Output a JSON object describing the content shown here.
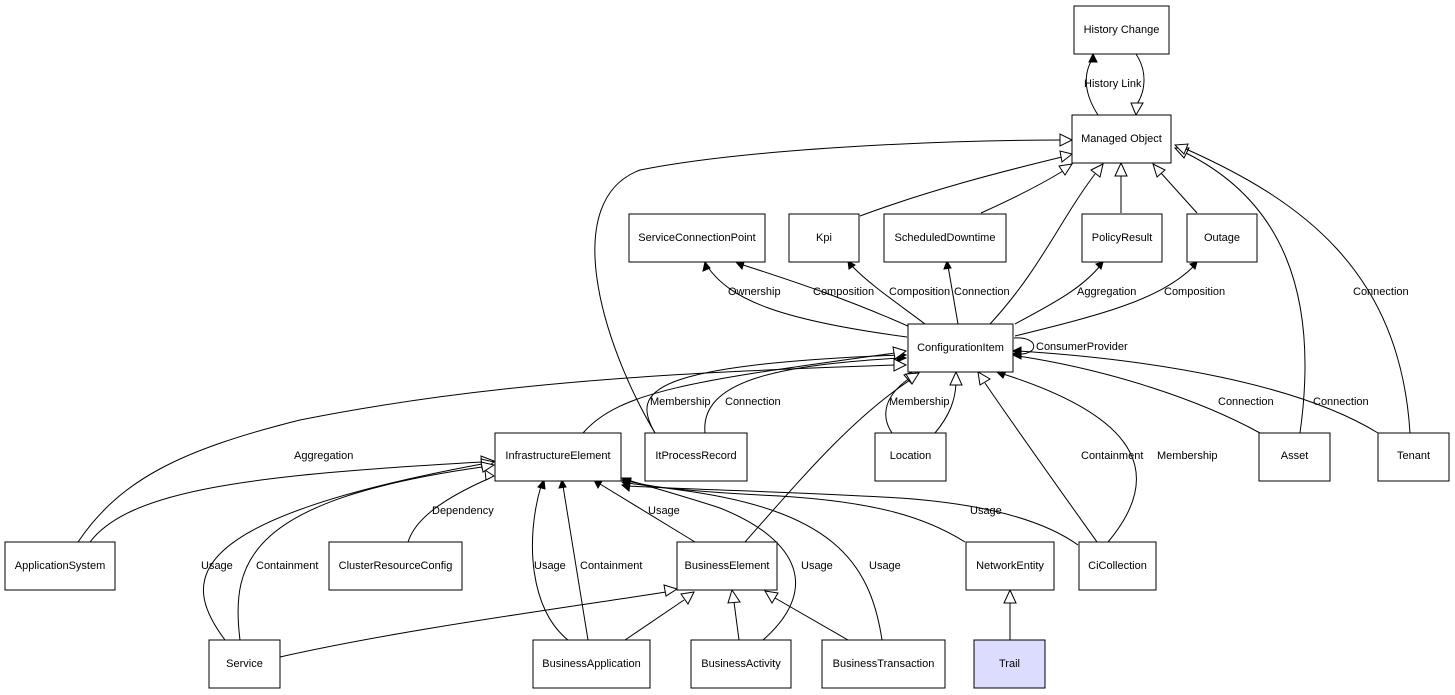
{
  "nodes": {
    "history_change": "History Change",
    "managed_object": "Managed Object",
    "service_connection_point": "ServiceConnectionPoint",
    "kpi": "Kpi",
    "scheduled_downtime": "ScheduledDowntime",
    "policy_result": "PolicyResult",
    "outage": "Outage",
    "configuration_item": "ConfigurationItem",
    "infrastructure_element": "InfrastructureElement",
    "it_process_record": "ItProcessRecord",
    "location": "Location",
    "asset": "Asset",
    "tenant": "Tenant",
    "application_system": "ApplicationSystem",
    "cluster_resource_config": "ClusterResourceConfig",
    "business_element": "BusinessElement",
    "network_entity": "NetworkEntity",
    "ci_collection": "CiCollection",
    "service": "Service",
    "business_application": "BusinessApplication",
    "business_activity": "BusinessActivity",
    "business_transaction": "BusinessTransaction",
    "trail": "Trail"
  },
  "edge_labels": {
    "history_link": "History Link",
    "ownership": "Ownership",
    "composition_kpi": "Composition",
    "composition_sd": "Composition",
    "connection_sd": "Connection",
    "aggregation_pr": "Aggregation",
    "composition_outage": "Composition",
    "consumer_provider": "ConsumerProvider",
    "membership_itpr": "Membership",
    "connection_itpr": "Connection",
    "membership_loc": "Membership",
    "connection_asset": "Connection",
    "connection_tenant_ci": "Connection",
    "connection_tenant_mo": "Connection",
    "aggregation_app": "Aggregation",
    "containment_cicol": "Containment",
    "membership_cicol": "Membership",
    "dependency": "Dependency",
    "usage_be": "Usage",
    "usage_cicol": "Usage",
    "usage_service": "Usage",
    "containment_service": "Containment",
    "usage_bapp": "Usage",
    "containment_bapp": "Containment",
    "usage_bact": "Usage",
    "usage_btx": "Usage"
  },
  "colors": {
    "highlight_fill": "#dcdcff",
    "stroke": "#000000",
    "background": "#ffffff"
  }
}
